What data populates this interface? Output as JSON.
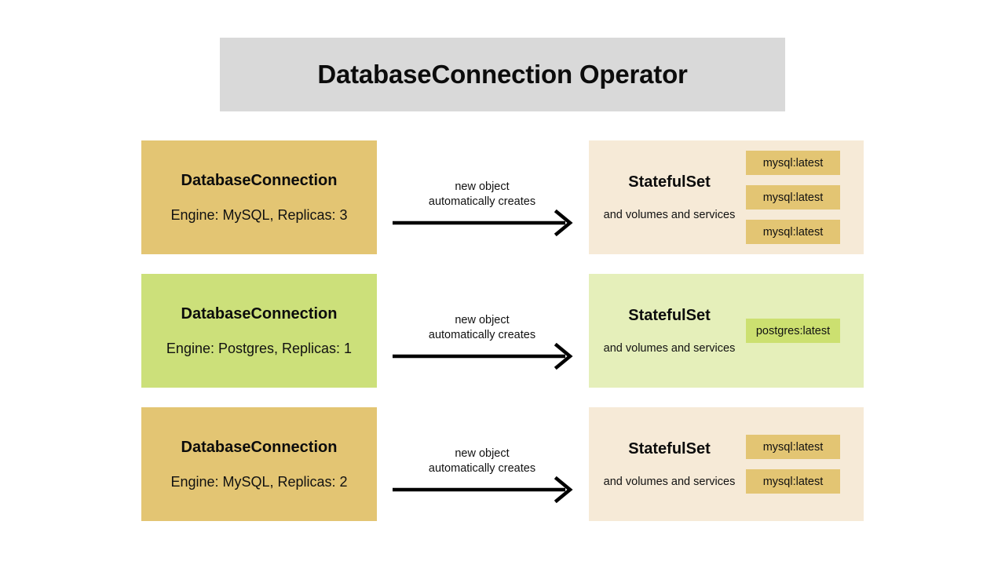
{
  "header": {
    "title": "DatabaseConnection Operator",
    "band_color": "#d9d9d9"
  },
  "palette": {
    "tan": "#e3c573",
    "cream": "#f6ead7",
    "green": "#cce07a",
    "light_green": "#e5efba",
    "arrow": "#000000",
    "text": "#111111"
  },
  "rows": [
    {
      "source": {
        "title": "DatabaseConnection",
        "subtitle": "Engine: MySQL, Replicas: 3",
        "fill": "#e3c573"
      },
      "arrow": {
        "label_line1": "new object",
        "label_line2": "automatically creates"
      },
      "target": {
        "title": "StatefulSet",
        "subtitle": "and volumes and services",
        "fill": "#f6ead7",
        "pod_fill": "#e3c573",
        "pods": [
          {
            "label": "mysql:latest"
          },
          {
            "label": "mysql:latest"
          },
          {
            "label": "mysql:latest"
          }
        ]
      }
    },
    {
      "source": {
        "title": "DatabaseConnection",
        "subtitle": "Engine: Postgres, Replicas: 1",
        "fill": "#cce07a"
      },
      "arrow": {
        "label_line1": "new object",
        "label_line2": "automatically creates"
      },
      "target": {
        "title": "StatefulSet",
        "subtitle": "and volumes and services",
        "fill": "#e5efba",
        "pod_fill": "#cce070",
        "pods": [
          {
            "label": "postgres:latest"
          }
        ]
      }
    },
    {
      "source": {
        "title": "DatabaseConnection",
        "subtitle": "Engine: MySQL, Replicas: 2",
        "fill": "#e3c573"
      },
      "arrow": {
        "label_line1": "new object",
        "label_line2": "automatically creates"
      },
      "target": {
        "title": "StatefulSet",
        "subtitle": "and volumes and services",
        "fill": "#f6ead7",
        "pod_fill": "#e3c573",
        "pods": [
          {
            "label": "mysql:latest"
          },
          {
            "label": "mysql:latest"
          }
        ]
      }
    }
  ]
}
